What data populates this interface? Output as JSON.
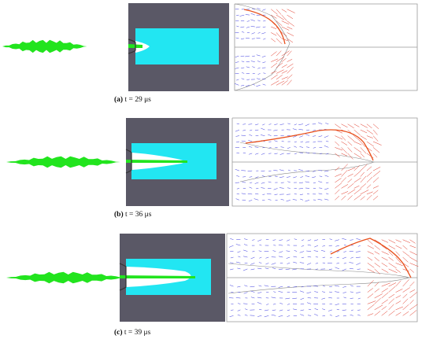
{
  "colors": {
    "jet": "#22e41e",
    "housing": "#5a5866",
    "cavity": "#22e6f2",
    "arrow_blue": "#3b3be0",
    "arrow_red": "#e0301e",
    "front_line": "#e8501c"
  },
  "figure": {
    "panels": [
      {
        "label": "(a)",
        "text": " t = 29 μs"
      },
      {
        "label": "(b)",
        "text": " t = 36 μs"
      },
      {
        "label": "(c)",
        "text": " t = 39 μs"
      }
    ]
  }
}
